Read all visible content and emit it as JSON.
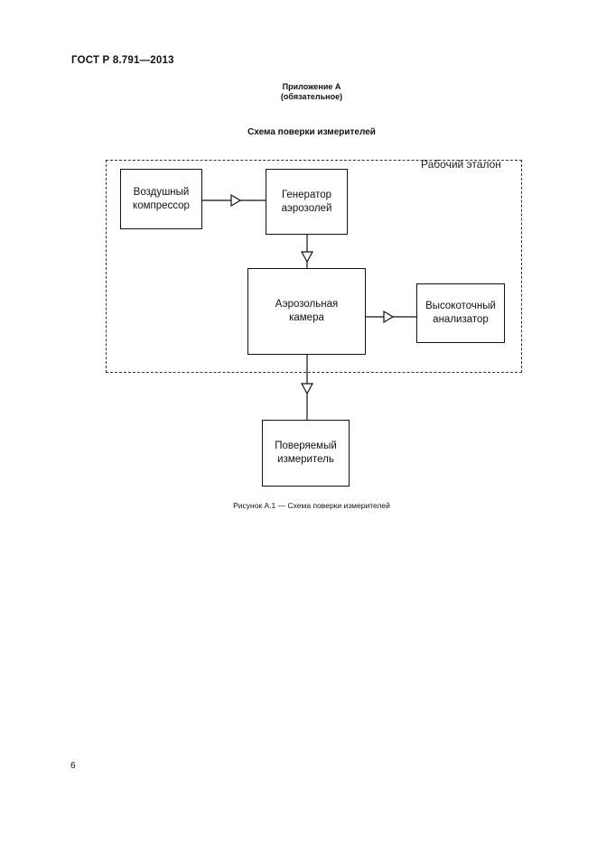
{
  "header": {
    "document_code": "ГОСТ Р 8.791—2013"
  },
  "annex": {
    "title": "Приложение А",
    "status": "(обязательное)"
  },
  "scheme": {
    "title": "Схема поверки измерителей",
    "etalon_label": "Рабочий эталон",
    "blocks": {
      "compressor": "Воздушный\nкомпрессор",
      "generator": "Генератор\nаэрозолей",
      "chamber": "Аэрозольная\nкамера",
      "analyzer": "Высокоточный\nанализатор",
      "device_under_test": "Поверяемый\nизмеритель"
    }
  },
  "figure": {
    "caption": "Рисунок А.1 — Схема поверки измерителей"
  },
  "page": {
    "number": "6"
  }
}
